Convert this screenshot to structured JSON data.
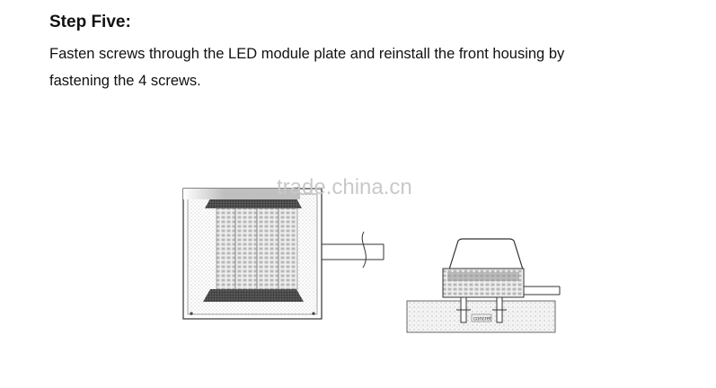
{
  "step": {
    "title": "Step Five:",
    "line1": "Fasten screws through the LED module plate and reinstall the front housing by",
    "line2": "fastening the 4 screws."
  },
  "figure": {
    "watermark": "trade.china.cn",
    "ground_label": "concret"
  }
}
